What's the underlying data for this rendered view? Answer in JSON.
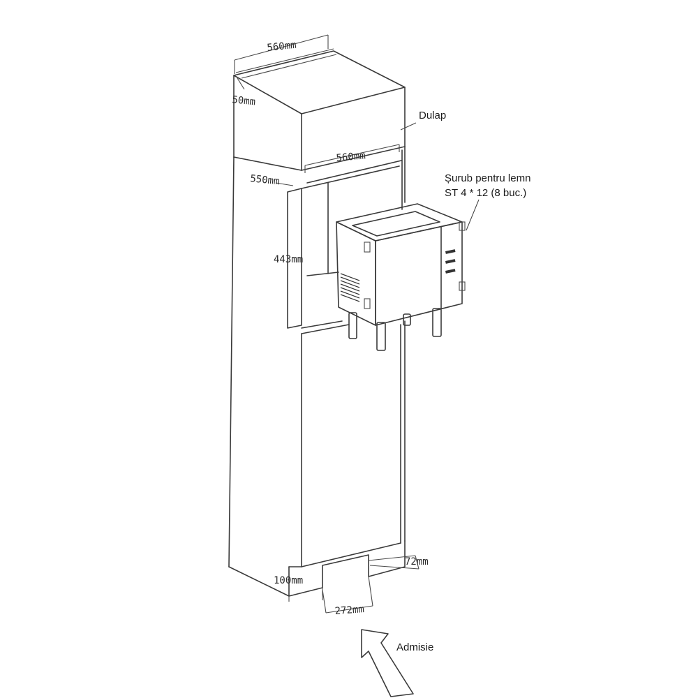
{
  "dimensions": {
    "top_width": "560mm",
    "top_depth": "50mm",
    "niche_width": "560mm",
    "niche_depth": "550mm",
    "niche_height": "443mm",
    "bottom_gap": "72mm",
    "plinth_height": "100mm",
    "vent_width": "272mm"
  },
  "callouts": {
    "cabinet": "Dulap",
    "screw_line1": "Șurub pentru lemn",
    "screw_line2": "ST 4 * 12 (8 buc.)",
    "intake": "Admisie"
  }
}
